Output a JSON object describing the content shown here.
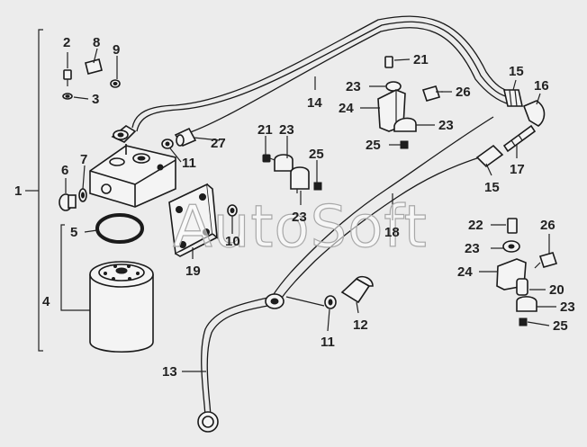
{
  "watermark": "AutoSoft",
  "callouts": {
    "c1": "1",
    "c2": "2",
    "c3": "3",
    "c4": "4",
    "c5": "5",
    "c6": "6",
    "c7": "7",
    "c8": "8",
    "c9": "9",
    "c10": "10",
    "c11a": "11",
    "c11b": "11",
    "c12": "12",
    "c13": "13",
    "c14": "14",
    "c15a": "15",
    "c15b": "15",
    "c16": "16",
    "c17": "17",
    "c18": "18",
    "c19": "19",
    "c20": "20",
    "c21a": "21",
    "c21b": "21",
    "c22": "22",
    "c23a": "23",
    "c23b": "23",
    "c23c": "23",
    "c23d": "23",
    "c23e": "23",
    "c23f": "23",
    "c24a": "24",
    "c24b": "24",
    "c25a": "25",
    "c25b": "25",
    "c25c": "25",
    "c26a": "26",
    "c26b": "26",
    "c27": "27"
  },
  "colors": {
    "line": "#1a1a1a",
    "background": "#ececec",
    "watermark_stroke": "#a8a8a8"
  }
}
